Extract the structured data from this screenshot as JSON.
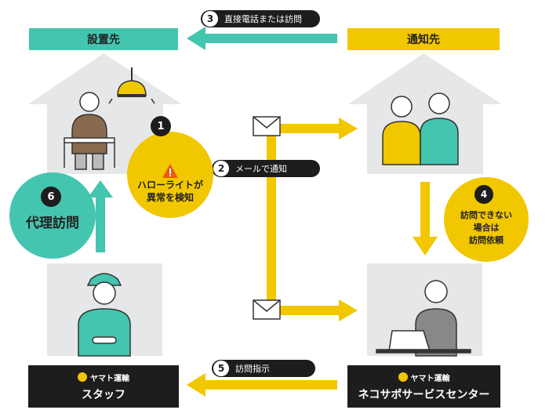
{
  "labels": {
    "installation_site": "設置先",
    "notify_target": "通知先"
  },
  "steps": {
    "s1": {
      "number": "1",
      "line1": "ハローライトが",
      "line2": "異常を検知"
    },
    "s2": {
      "number": "2",
      "text": "メールで通知"
    },
    "s3": {
      "number": "3",
      "text": "直接電話または訪問"
    },
    "s4": {
      "number": "4",
      "line1": "訪問できない",
      "line2": "場合は",
      "line3": "訪問依頼"
    },
    "s5": {
      "number": "5",
      "text": "訪問指示"
    },
    "s6": {
      "number": "6",
      "text": "代理訪問"
    }
  },
  "boxes": {
    "staff": {
      "brand": "ヤマト運輸",
      "name": "スタッフ"
    },
    "center": {
      "brand": "ヤマト運輸",
      "name": "ネコサポサービスセンター"
    }
  },
  "colors": {
    "teal": "#44c5b0",
    "yellow": "#f1c700",
    "dark": "#1d1d1d",
    "house": "#e6e7e9"
  }
}
